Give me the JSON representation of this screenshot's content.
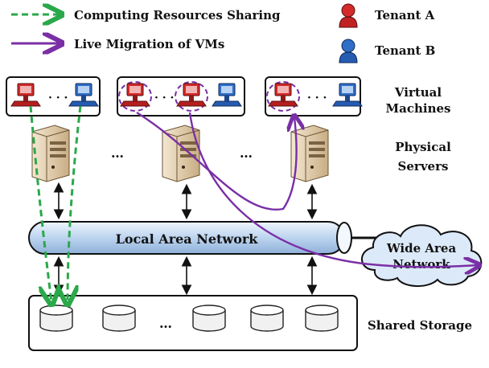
{
  "legend": {
    "sharing_label": "Computing Resources Sharing",
    "migration_label": "Live Migration of VMs",
    "tenant_a_label": "Tenant A",
    "tenant_b_label": "Tenant B"
  },
  "labels": {
    "vm_line1": "Virtual",
    "vm_line2": "Machines",
    "ps_line1": "Physical",
    "ps_line2": "Servers",
    "lan": "Local Area Network",
    "wan_line1": "Wide Area",
    "wan_line2": "Network",
    "storage": "Shared Storage",
    "ellipsis": "…",
    "vm_ellipsis": "· · ·"
  },
  "colors": {
    "tenant_a": "#d42a2a",
    "tenant_b": "#2f6fc8",
    "sharing": "#2aa84a",
    "migration": "#7a2fa6",
    "lan_fill": "#cfe0f4",
    "wan_fill": "#dce9f8",
    "server_body": "#ead7b8"
  },
  "icons": [
    "tenant-a-user-icon",
    "tenant-b-user-icon",
    "red-computer-icon",
    "blue-computer-icon",
    "server-tower-icon",
    "storage-disk-icon",
    "cloud-icon"
  ]
}
